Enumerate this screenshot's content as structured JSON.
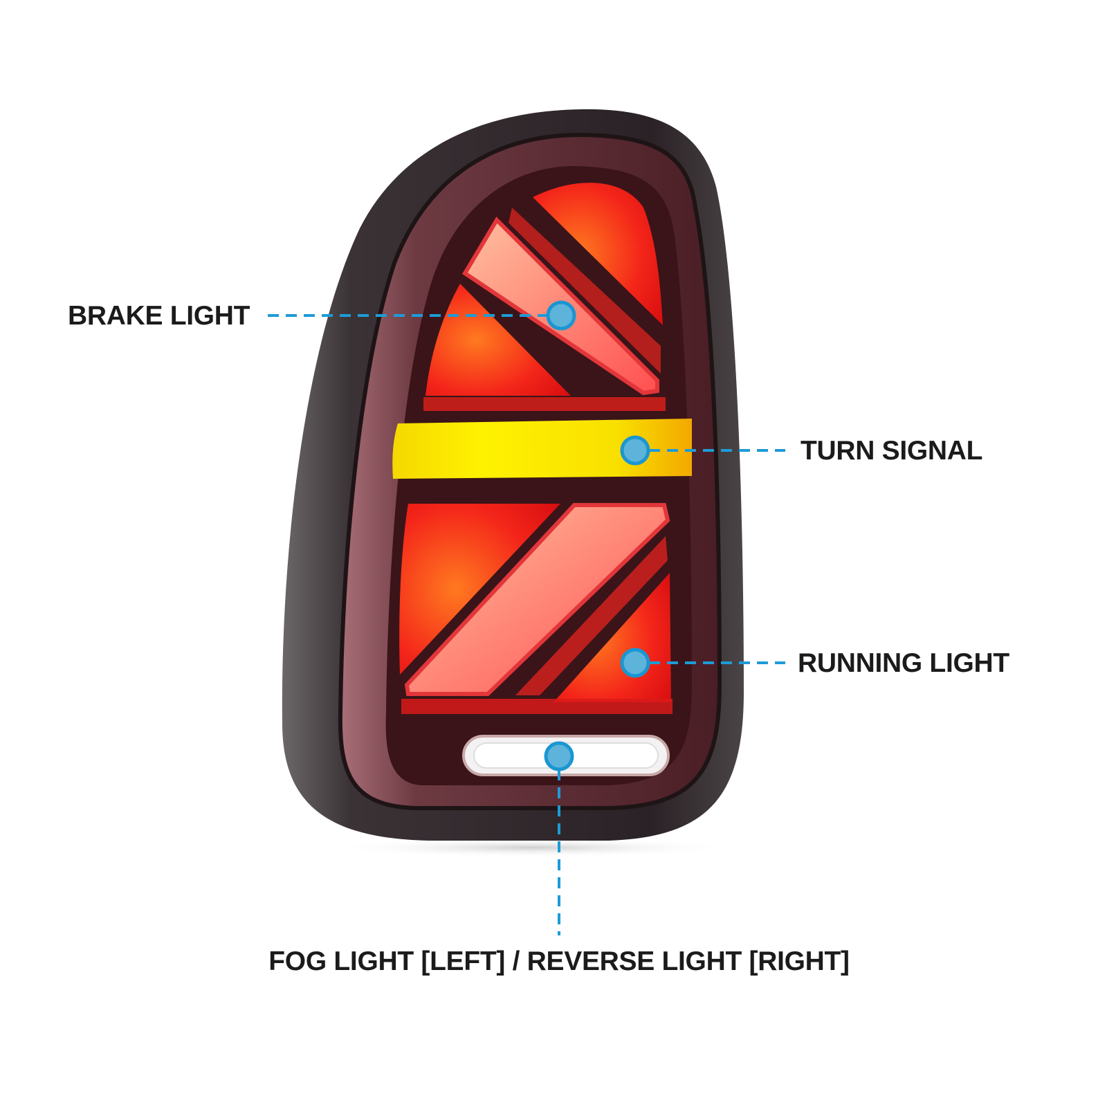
{
  "labels": {
    "brake": "BRAKE LIGHT",
    "turn": "TURN SIGNAL",
    "running": "RUNNING LIGHT",
    "fog_reverse": "FOG LIGHT [LEFT] / REVERSE LIGHT [RIGHT]"
  },
  "colors": {
    "callout_line": "#1e9bd7",
    "marker_fill": "#5db3da",
    "marker_stroke": "#1a96d2",
    "housing": "#2b2427",
    "red_lamp": "#f01a14",
    "turn_yellow": "#f6e600",
    "text": "#1b1b1b"
  }
}
